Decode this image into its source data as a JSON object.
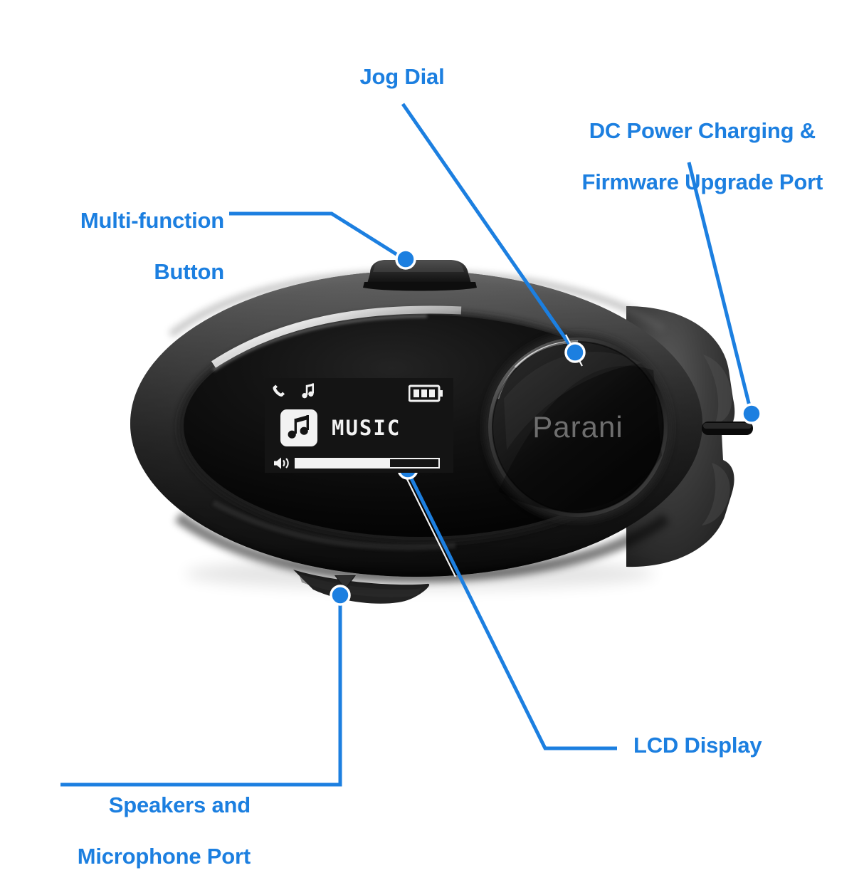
{
  "diagram": {
    "title": "Parani motorcycle Bluetooth headset — annotated parts diagram",
    "accent_color": "#1c7fe0",
    "background_color": "#ffffff",
    "device_shell_color": "#3a3a3a",
    "device_face_color": "#0b0b0b"
  },
  "callouts": [
    {
      "id": "jog-dial",
      "label": "Jog Dial"
    },
    {
      "id": "dc-power-port",
      "label_line1": "DC Power Charging &",
      "label_line2": "Firmware Upgrade Port"
    },
    {
      "id": "multi-function-button",
      "label_line1": "Multi-function",
      "label_line2": "Button"
    },
    {
      "id": "lcd-display",
      "label": "LCD Display"
    },
    {
      "id": "speaker-mic-port",
      "label_line1": "Speakers and",
      "label_line2": "Microphone Port"
    }
  ],
  "device": {
    "brand": "Parani",
    "brand_color": "#6e6e6e"
  },
  "lcd_screen": {
    "background_color": "#141414",
    "foreground_color": "#f2f2f2",
    "status_icons": [
      "phone-icon",
      "music-note-icon"
    ],
    "battery": {
      "icon": "battery-icon",
      "bars": 3,
      "max_bars": 3
    },
    "mode_icon": "music-album-icon",
    "mode_label": "MUSIC",
    "volume": {
      "icon": "speaker-volume-icon",
      "level_percent": 66
    }
  }
}
